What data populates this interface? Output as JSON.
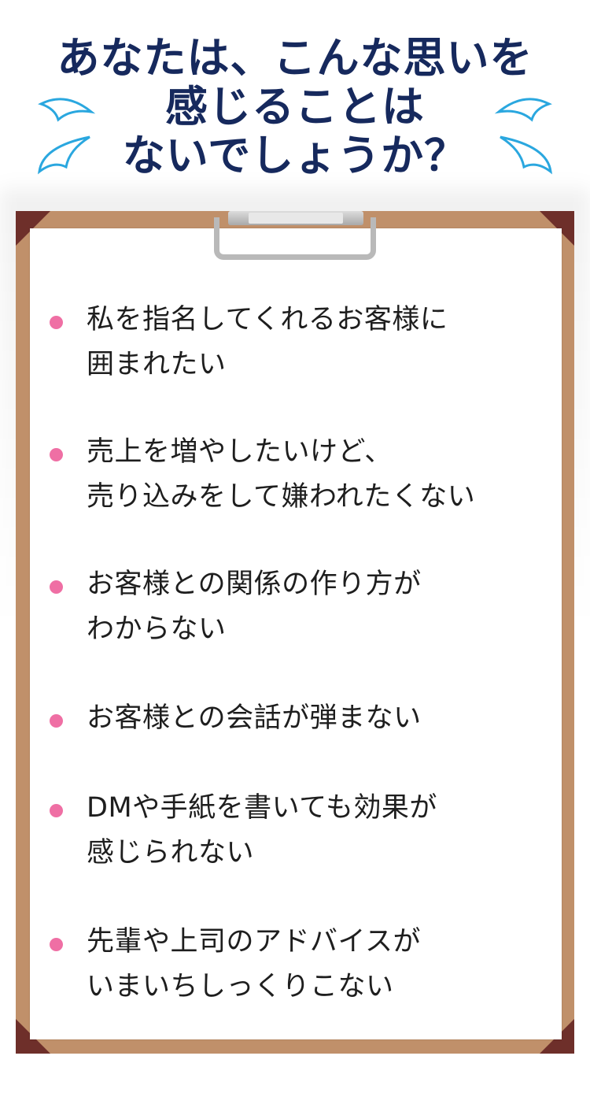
{
  "heading": {
    "line1": "あなたは、こんな思いを",
    "line2": "感じることは",
    "line3": "ないでしょうか？"
  },
  "colors": {
    "heading": "#16295d",
    "splash": "#2aa7df",
    "board": "#c0906a",
    "board_corner": "#6e2f2a",
    "bullet": "#ef6fa4",
    "text": "#1e1e1e"
  },
  "items": [
    {
      "line1": "私を指名してくれるお客様に",
      "line2": "囲まれたい"
    },
    {
      "line1": "売上を増やしたいけど、",
      "line2": "売り込みをして嫌われたくない"
    },
    {
      "line1": "お客様との関係の作り方が",
      "line2": "わからない"
    },
    {
      "line1": "お客様との会話が弾まない",
      "line2": ""
    },
    {
      "line1": "DMや手紙を書いても効果が",
      "line2": "感じられない"
    },
    {
      "line1": "先輩や上司のアドバイスが",
      "line2": "いまいちしっくりこない"
    }
  ]
}
